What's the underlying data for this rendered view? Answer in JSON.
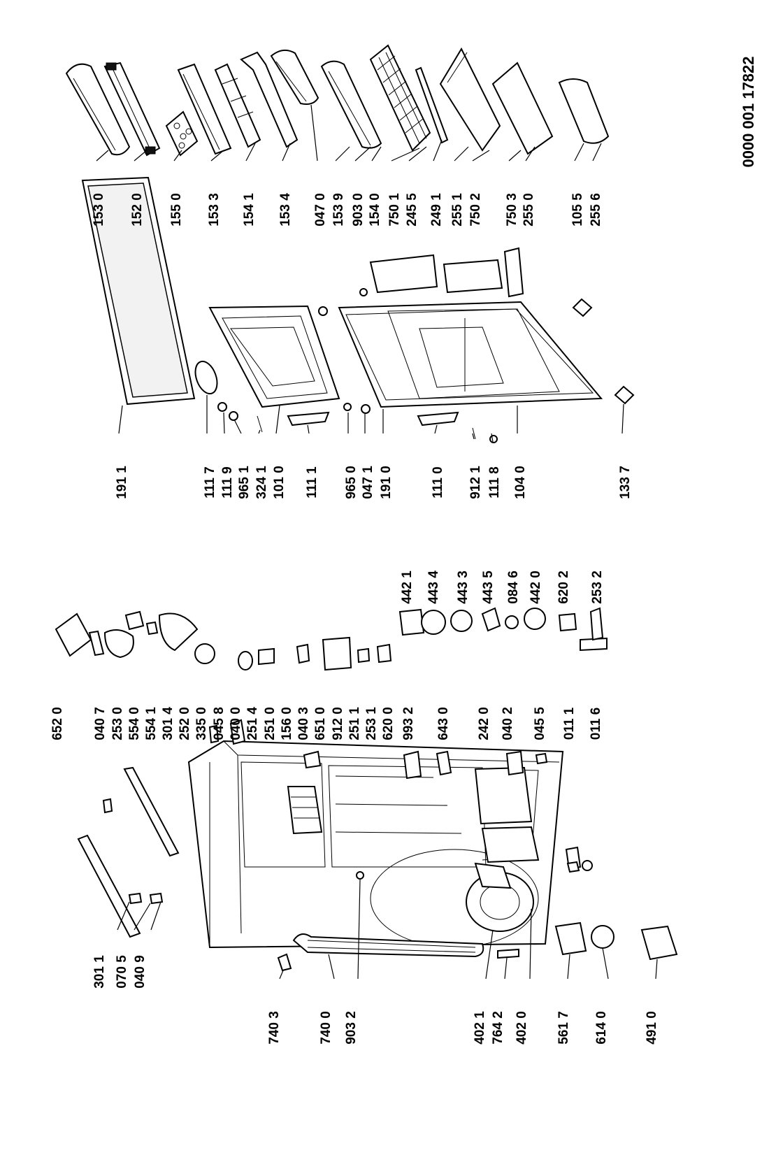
{
  "drawing_ref": "0000 001 17822",
  "callouts": [
    {
      "id": "c1",
      "label": "153 0"
    },
    {
      "id": "c2",
      "label": "152 0"
    },
    {
      "id": "c3",
      "label": "155 0"
    },
    {
      "id": "c4",
      "label": "153 3"
    },
    {
      "id": "c5",
      "label": "154 1"
    },
    {
      "id": "c6",
      "label": "153 4"
    },
    {
      "id": "c7",
      "label": "047 0"
    },
    {
      "id": "c8",
      "label": "153 9"
    },
    {
      "id": "c9",
      "label": "903 0"
    },
    {
      "id": "c10",
      "label": "154 0"
    },
    {
      "id": "c11",
      "label": "750 1"
    },
    {
      "id": "c12",
      "label": "245 5"
    },
    {
      "id": "c13",
      "label": "249 1"
    },
    {
      "id": "c14",
      "label": "255 1"
    },
    {
      "id": "c15",
      "label": "750 2"
    },
    {
      "id": "c16",
      "label": "750 3"
    },
    {
      "id": "c17",
      "label": "255 0"
    },
    {
      "id": "c18",
      "label": "105 5"
    },
    {
      "id": "c19",
      "label": "255 6"
    },
    {
      "id": "c20",
      "label": "191 1"
    },
    {
      "id": "c21",
      "label": "111 7"
    },
    {
      "id": "c22",
      "label": "111 9"
    },
    {
      "id": "c23",
      "label": "965 1"
    },
    {
      "id": "c24",
      "label": "324 1"
    },
    {
      "id": "c25",
      "label": "101 0"
    },
    {
      "id": "c26",
      "label": "111 1"
    },
    {
      "id": "c27",
      "label": "965 0"
    },
    {
      "id": "c28",
      "label": "047 1"
    },
    {
      "id": "c29",
      "label": "191 0"
    },
    {
      "id": "c30",
      "label": "111 0"
    },
    {
      "id": "c31",
      "label": "912 1"
    },
    {
      "id": "c32",
      "label": "111 8"
    },
    {
      "id": "c33",
      "label": "104 0"
    },
    {
      "id": "c34",
      "label": "133 7"
    },
    {
      "id": "c35",
      "label": "442 1"
    },
    {
      "id": "c36",
      "label": "443 4"
    },
    {
      "id": "c37",
      "label": "443 3"
    },
    {
      "id": "c38",
      "label": "443 5"
    },
    {
      "id": "c39",
      "label": "084 6"
    },
    {
      "id": "c40",
      "label": "442 0"
    },
    {
      "id": "c41",
      "label": "620 2"
    },
    {
      "id": "c42",
      "label": "253 2"
    },
    {
      "id": "c43",
      "label": "652 0"
    },
    {
      "id": "c44",
      "label": "040 7"
    },
    {
      "id": "c45",
      "label": "253 0"
    },
    {
      "id": "c46",
      "label": "554 0"
    },
    {
      "id": "c47",
      "label": "554 1"
    },
    {
      "id": "c48",
      "label": "301 4"
    },
    {
      "id": "c49",
      "label": "252 0"
    },
    {
      "id": "c50",
      "label": "335 0"
    },
    {
      "id": "c51",
      "label": "045 8"
    },
    {
      "id": "c52",
      "label": "040 0"
    },
    {
      "id": "c53",
      "label": "251 4"
    },
    {
      "id": "c54",
      "label": "251 0"
    },
    {
      "id": "c55",
      "label": "156 0"
    },
    {
      "id": "c56",
      "label": "040 3"
    },
    {
      "id": "c57",
      "label": "651 0"
    },
    {
      "id": "c58",
      "label": "912 0"
    },
    {
      "id": "c59",
      "label": "251 1"
    },
    {
      "id": "c60",
      "label": "253 1"
    },
    {
      "id": "c61",
      "label": "620 0"
    },
    {
      "id": "c62",
      "label": "993 2"
    },
    {
      "id": "c63",
      "label": "643 0"
    },
    {
      "id": "c64",
      "label": "242 0"
    },
    {
      "id": "c65",
      "label": "040 2"
    },
    {
      "id": "c66",
      "label": "045 5"
    },
    {
      "id": "c67",
      "label": "011 1"
    },
    {
      "id": "c68",
      "label": "011 6"
    },
    {
      "id": "c69",
      "label": "301 1"
    },
    {
      "id": "c70",
      "label": "070 5"
    },
    {
      "id": "c71",
      "label": "040 9"
    },
    {
      "id": "c72",
      "label": "740 3"
    },
    {
      "id": "c73",
      "label": "740 0"
    },
    {
      "id": "c74",
      "label": "903 2"
    },
    {
      "id": "c75",
      "label": "402 1"
    },
    {
      "id": "c76",
      "label": "764 2"
    },
    {
      "id": "c77",
      "label": "402 0"
    },
    {
      "id": "c78",
      "label": "561 7"
    },
    {
      "id": "c79",
      "label": "614 0"
    },
    {
      "id": "c80",
      "label": "491 0"
    }
  ]
}
